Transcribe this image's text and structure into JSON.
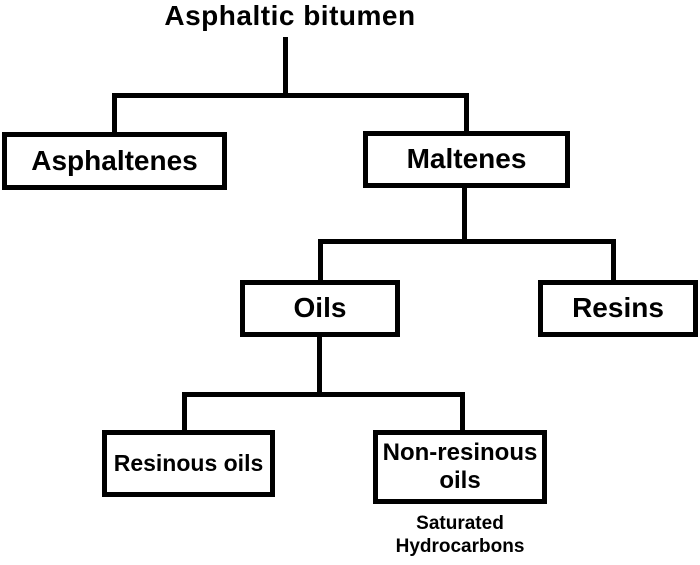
{
  "diagram": {
    "title": "Asphaltic bitumen",
    "nodes": {
      "asphaltenes": {
        "label": "Asphaltenes"
      },
      "maltenes": {
        "label": "Maltenes"
      },
      "oils": {
        "label": "Oils"
      },
      "resins": {
        "label": "Resins"
      },
      "resinous_oils": {
        "label": "Resinous oils"
      },
      "non_resinous_oils": {
        "label": "Non-resinous oils"
      }
    },
    "edges": [
      {
        "from": "Asphaltic bitumen",
        "to": "Asphaltenes"
      },
      {
        "from": "Asphaltic bitumen",
        "to": "Maltenes"
      },
      {
        "from": "Maltenes",
        "to": "Oils"
      },
      {
        "from": "Maltenes",
        "to": "Resins"
      },
      {
        "from": "Oils",
        "to": "Resinous oils"
      },
      {
        "from": "Oils",
        "to": "Non-resinous oils"
      }
    ],
    "annotation": "Saturated Hydrocarbons",
    "colors": {
      "line": "#000000",
      "background": "#ffffff",
      "text": "#000000"
    }
  }
}
